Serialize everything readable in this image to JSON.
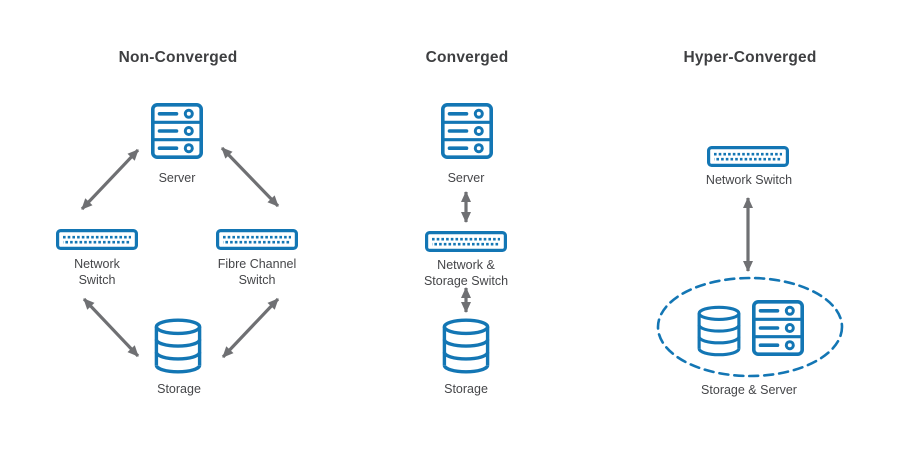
{
  "colors": {
    "icon-blue": "#1376b4",
    "arrow-gray": "#6f7073",
    "title-text": "#3e3f41",
    "label-text": "#454649",
    "background": "#ffffff"
  },
  "columns": [
    {
      "title": "Non-Converged",
      "nodes": {
        "server": {
          "icon": "server-icon",
          "label": "Server"
        },
        "network_switch": {
          "icon": "network-switch-icon",
          "label": "Network\nSwitch"
        },
        "fibre_switch": {
          "icon": "network-switch-icon",
          "label": "Fibre Channel\nSwitch"
        },
        "storage": {
          "icon": "storage-icon",
          "label": "Storage"
        }
      },
      "connections": [
        "server-network_switch",
        "server-fibre_switch",
        "network_switch-storage",
        "fibre_switch-storage"
      ]
    },
    {
      "title": "Converged",
      "nodes": {
        "server": {
          "icon": "server-icon",
          "label": "Server"
        },
        "switch": {
          "icon": "network-switch-icon",
          "label": "Network &\nStorage Switch"
        },
        "storage": {
          "icon": "storage-icon",
          "label": "Storage"
        }
      },
      "connections": [
        "server-switch",
        "switch-storage"
      ]
    },
    {
      "title": "Hyper-Converged",
      "nodes": {
        "network_switch": {
          "icon": "network-switch-icon",
          "label": "Network Switch"
        },
        "storage_server": {
          "icon": "storage-and-server-icon",
          "label": "Storage & Server",
          "enclosure": "dashed-ellipse"
        }
      },
      "connections": [
        "network_switch-storage_server"
      ]
    }
  ]
}
